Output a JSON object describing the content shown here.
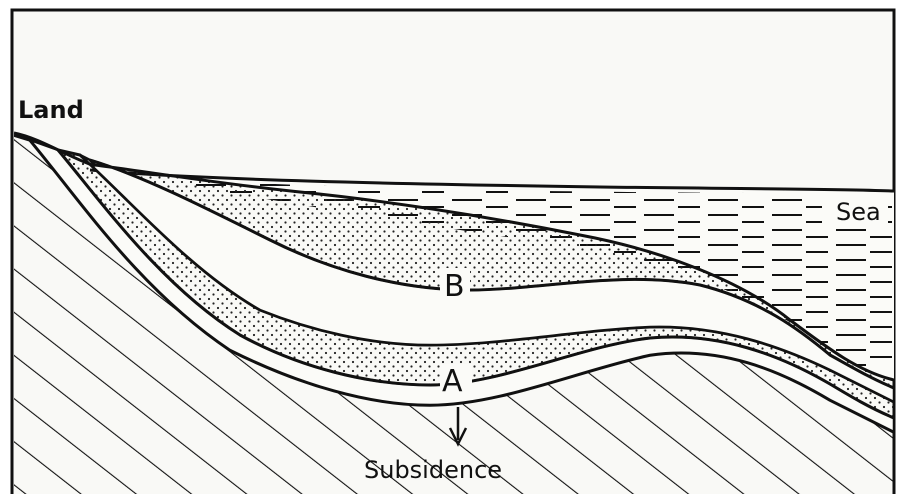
{
  "labels": {
    "land": "Land",
    "sea": "Sea",
    "layer_b": "B",
    "layer_a": "A",
    "subsidence": "Subsidence"
  }
}
